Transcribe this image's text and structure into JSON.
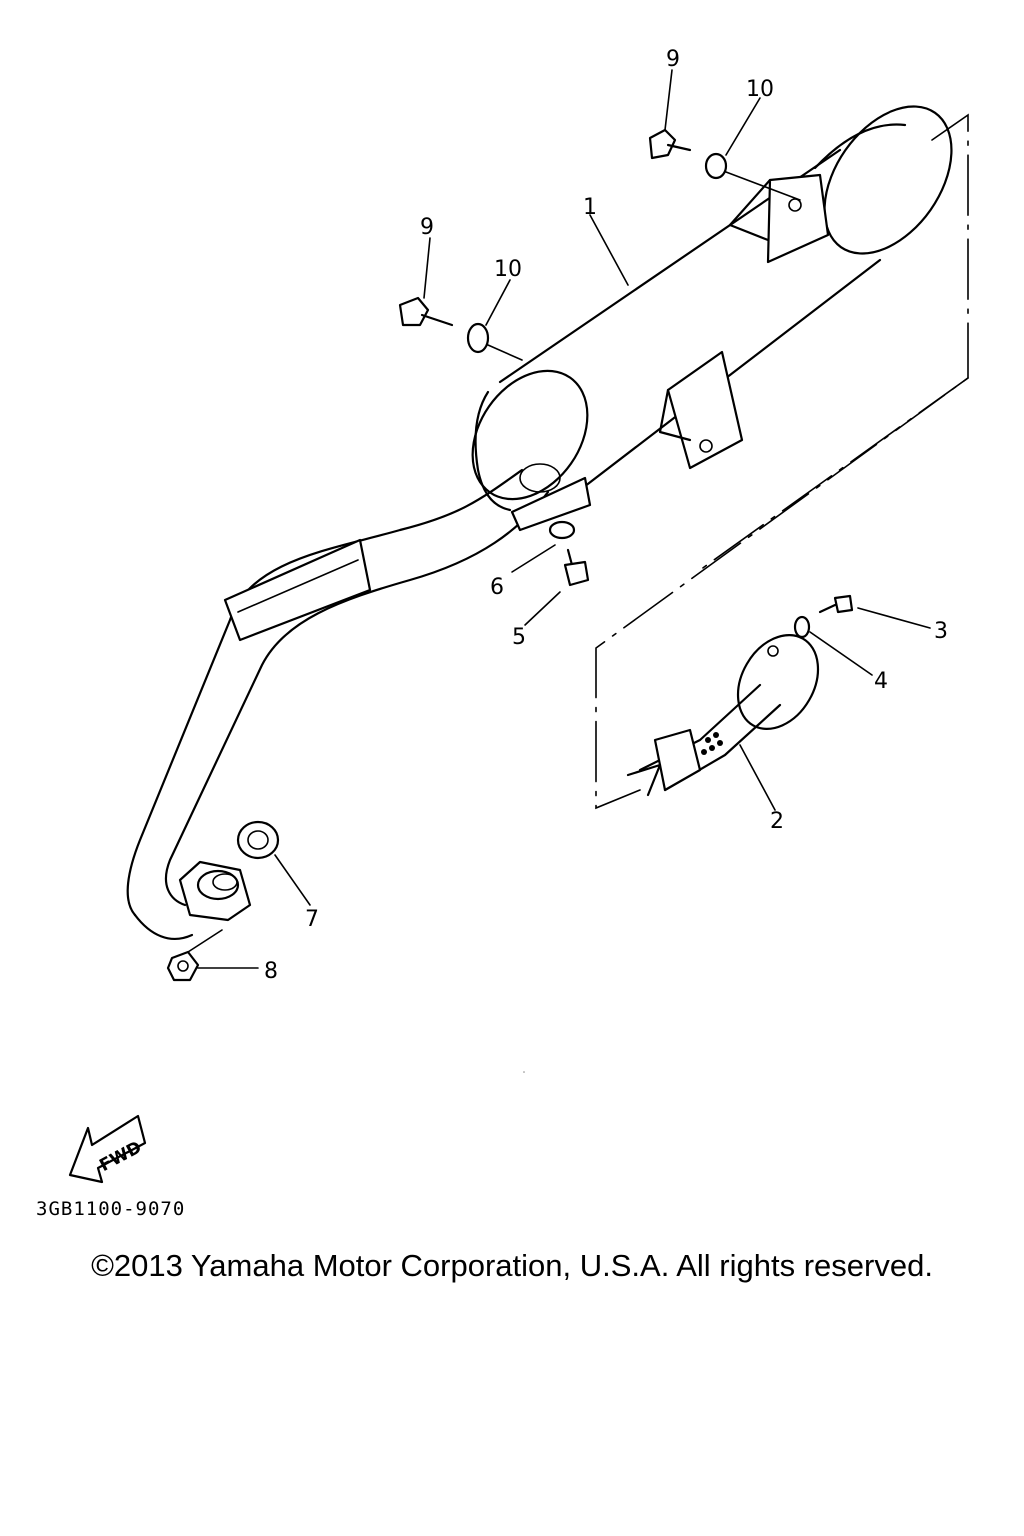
{
  "callouts": {
    "c1": "1",
    "c2": "2",
    "c3": "3",
    "c4": "4",
    "c5": "5",
    "c6": "6",
    "c7": "7",
    "c8": "8",
    "c9a": "9",
    "c9b": "9",
    "c10a": "10",
    "c10b": "10"
  },
  "fwd_label": "FWD",
  "part_code": "3GB1100-9070",
  "copyright": "©2013 Yamaha Motor Corporation, U.S.A. All rights reserved."
}
